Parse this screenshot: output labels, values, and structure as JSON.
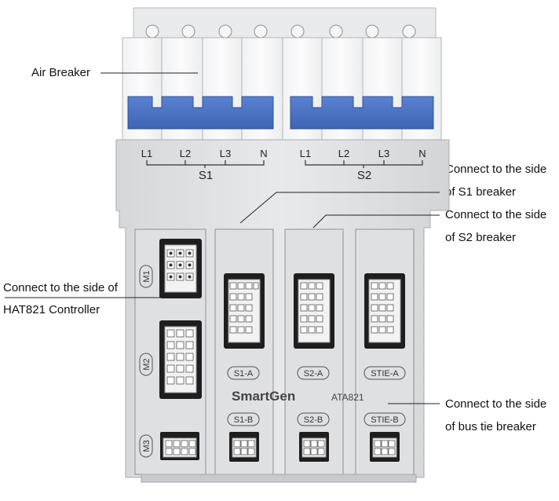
{
  "annotations": {
    "air_breaker": "Air Breaker",
    "s1_side": [
      "Connect to the side",
      "of S1 breaker"
    ],
    "s2_side": [
      "Connect to the side",
      "of S2 breaker"
    ],
    "controller_side": [
      "Connect to the side of",
      "HAT821 Controller"
    ],
    "bus_tie_side": [
      "Connect to the side",
      "of bus tie breaker"
    ]
  },
  "breakers": {
    "terminals": [
      "L1",
      "L2",
      "L3",
      "N",
      "L1",
      "L2",
      "L3",
      "N"
    ],
    "groups": [
      "S1",
      "S2"
    ]
  },
  "ports": {
    "m1": "M1",
    "m2": "M2",
    "m3": "M3",
    "s1a": "S1-A",
    "s1b": "S1-B",
    "s2a": "S2-A",
    "s2b": "S2-B",
    "stiea": "STIE-A",
    "stieb": "STIE-B"
  },
  "device": {
    "brand": "SmartGen",
    "model": "ATA821"
  },
  "colors": {
    "handle_blue": "#4a72c4",
    "body_grey": "#e3e4e6",
    "breaker_white": "#f4f5f6"
  }
}
